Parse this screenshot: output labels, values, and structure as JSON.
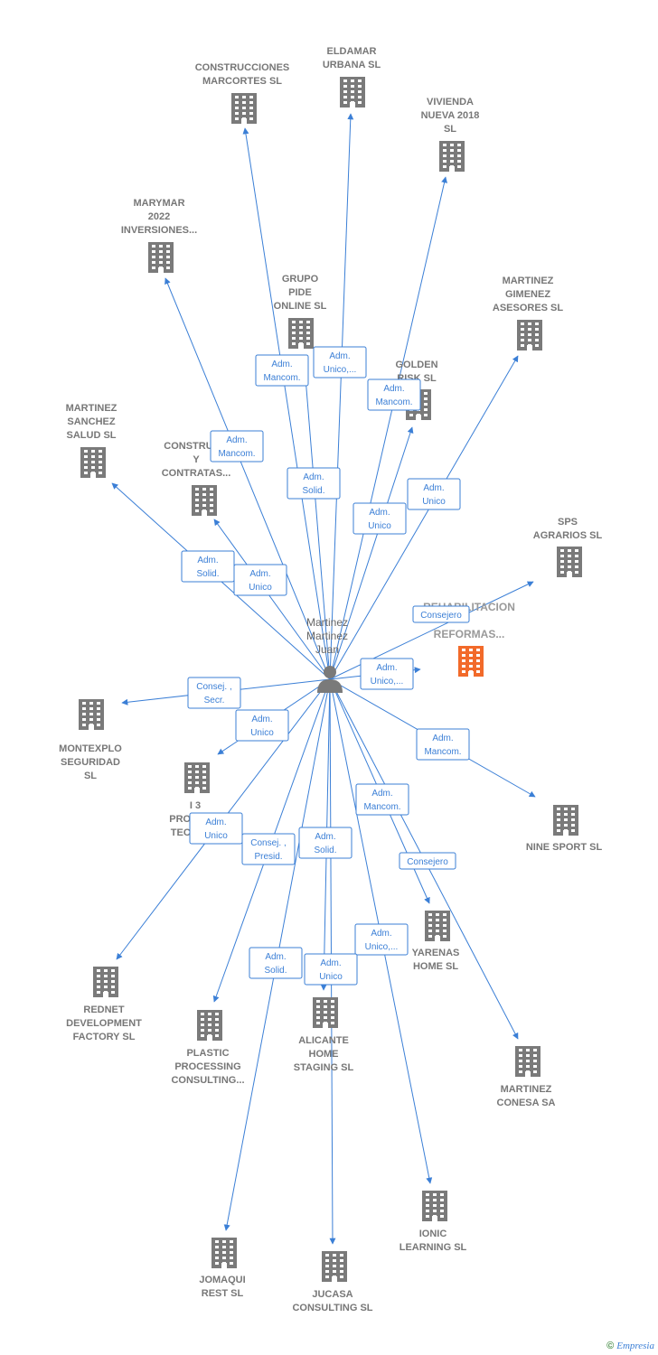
{
  "center": {
    "label": [
      "Martinez",
      "Martinez",
      "Juan"
    ],
    "icon": "person-icon"
  },
  "highlight": {
    "label": [
      "REHABILITACION",
      "REFORMAS..."
    ],
    "color": "#f26a2a"
  },
  "colors": {
    "edge": "#3b7fd6",
    "node": "#7a7a7a",
    "highlight": "#f26a2a"
  },
  "nodes": [
    {
      "id": "construcciones-marcortes",
      "label": [
        "CONSTRUCCIONES",
        "MARCORTES SL"
      ]
    },
    {
      "id": "eldamar-urbana",
      "label": [
        "ELDAMAR",
        "URBANA SL"
      ]
    },
    {
      "id": "vivienda-nueva-2018",
      "label": [
        "VIVIENDA",
        "NUEVA 2018",
        "SL"
      ]
    },
    {
      "id": "marymar-2022",
      "label": [
        "MARYMAR",
        "2022",
        "INVERSIONES..."
      ]
    },
    {
      "id": "grupo-pide-online",
      "label": [
        "GRUPO",
        "PIDE",
        "ONLINE  SL"
      ]
    },
    {
      "id": "martinez-gimenez",
      "label": [
        "MARTINEZ",
        "GIMENEZ",
        "ASESORES SL"
      ]
    },
    {
      "id": "golden-risk",
      "label": [
        "GOLDEN",
        "RISK SL"
      ]
    },
    {
      "id": "martinez-sanchez",
      "label": [
        "MARTINEZ",
        "SANCHEZ",
        "SALUD  SL"
      ]
    },
    {
      "id": "construcciones-contratas",
      "label": [
        "CONSTRUC...",
        "Y",
        "CONTRATAS..."
      ]
    },
    {
      "id": "sps-agrarios",
      "label": [
        "SPS",
        "AGRARIOS SL"
      ]
    },
    {
      "id": "rehabilitacion-reformas",
      "label": [
        "REHABILITACION",
        "REFORMAS..."
      ]
    },
    {
      "id": "montexplo",
      "label": [
        "MONTEXPLO",
        "SEGURIDAD",
        "SL"
      ]
    },
    {
      "id": "i3-programas",
      "label": [
        "I 3",
        "PROGRA...",
        "TECNOL..."
      ]
    },
    {
      "id": "nine-sport",
      "label": [
        "NINE SPORT SL"
      ]
    },
    {
      "id": "yarenas-home",
      "label": [
        "YARENAS",
        "HOME  SL"
      ]
    },
    {
      "id": "rednet",
      "label": [
        "REDNET",
        "DEVELOPMENT",
        "FACTORY  SL"
      ]
    },
    {
      "id": "plastic-processing",
      "label": [
        "PLASTIC",
        "PROCESSING",
        "CONSULTING..."
      ]
    },
    {
      "id": "alicante-home-staging",
      "label": [
        "ALICANTE",
        "HOME",
        "STAGING  SL"
      ]
    },
    {
      "id": "martinez-conesa",
      "label": [
        "MARTINEZ",
        "CONESA SA"
      ]
    },
    {
      "id": "ionic-learning",
      "label": [
        "IONIC",
        "LEARNING  SL"
      ]
    },
    {
      "id": "jomaqui-rest",
      "label": [
        "JOMAQUI",
        "REST  SL"
      ]
    },
    {
      "id": "jucasa-consulting",
      "label": [
        "JUCASA",
        "CONSULTING SL"
      ]
    }
  ],
  "edges": [
    {
      "to": "construcciones-marcortes",
      "label": [
        "Adm.",
        "Mancom."
      ]
    },
    {
      "to": "eldamar-urbana",
      "label": [
        "Adm.",
        "Unico,..."
      ]
    },
    {
      "to": "vivienda-nueva-2018",
      "label": [
        "Adm.",
        "Unico"
      ]
    },
    {
      "to": "marymar-2022",
      "label": [
        "Adm.",
        "Mancom."
      ]
    },
    {
      "to": "grupo-pide-online",
      "label": [
        "Adm.",
        "Solid."
      ]
    },
    {
      "to": "martinez-gimenez",
      "label": [
        "Adm.",
        "Unico"
      ]
    },
    {
      "to": "golden-risk",
      "label": [
        "Adm.",
        "Mancom."
      ]
    },
    {
      "to": "martinez-sanchez",
      "label": [
        "Adm.",
        "Solid."
      ]
    },
    {
      "to": "construcciones-contratas",
      "label": [
        "Adm.",
        "Unico"
      ]
    },
    {
      "to": "sps-agrarios",
      "label": [
        "Consejero"
      ]
    },
    {
      "to": "rehabilitacion-reformas",
      "label": [
        "Adm.",
        "Unico,..."
      ]
    },
    {
      "to": "montexplo",
      "label": [
        "Consej. ,",
        "Secr."
      ]
    },
    {
      "to": "i3-programas",
      "label": [
        "Adm.",
        "Unico"
      ]
    },
    {
      "to": "nine-sport",
      "label": [
        "Adm.",
        "Mancom."
      ]
    },
    {
      "to": "yarenas-home",
      "label": [
        "Adm.",
        "Mancom."
      ]
    },
    {
      "to": "rednet",
      "label": [
        "Adm.",
        "Unico"
      ]
    },
    {
      "to": "plastic-processing",
      "label": [
        "Consej. ,",
        "Presid."
      ]
    },
    {
      "to": "alicante-home-staging",
      "label": [
        "Adm.",
        "Solid."
      ]
    },
    {
      "to": "martinez-conesa",
      "label": [
        "Consejero"
      ]
    },
    {
      "to": "ionic-learning",
      "label": [
        "Adm.",
        "Unico,..."
      ]
    },
    {
      "to": "jomaqui-rest",
      "label": [
        "Adm.",
        "Solid."
      ]
    },
    {
      "to": "jucasa-consulting",
      "label": [
        "Adm.",
        "Unico"
      ]
    }
  ],
  "footer": {
    "copyright": "©",
    "brand": "Empresia"
  }
}
